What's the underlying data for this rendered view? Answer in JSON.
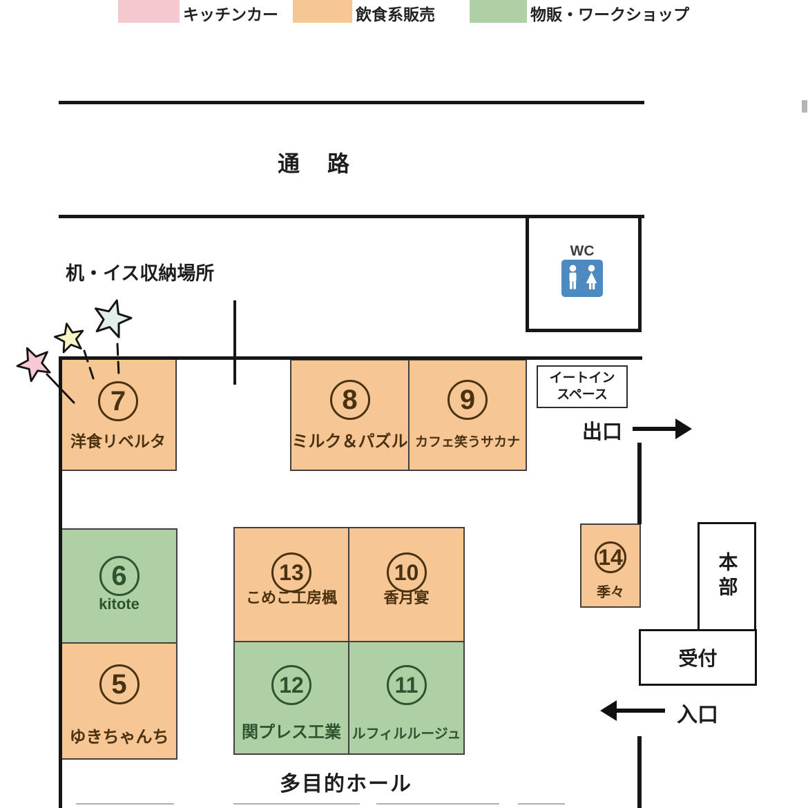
{
  "legend": {
    "items": [
      {
        "label": "キッチンカー",
        "color": "#F4C8CE"
      },
      {
        "label": "飲食系販売",
        "color": "#F6C795"
      },
      {
        "label": "物販・ワークショップ",
        "color": "#AFCFA4"
      }
    ]
  },
  "labels": {
    "corridor": "通　路",
    "storage": "机・イス収納場所",
    "wc": "WC",
    "eat_in_line1": "イートイン",
    "eat_in_line2": "スペース",
    "exit": "出口",
    "entrance": "入口",
    "hq": "本部",
    "reception": "受付",
    "hall": "多目的ホール"
  },
  "booths": [
    {
      "number": "7",
      "name": "洋食リベルタ",
      "category": "飲食系販売"
    },
    {
      "number": "8",
      "name": "ミルク＆パズル",
      "category": "飲食系販売"
    },
    {
      "number": "9",
      "name": "カフェ笑うサカナ",
      "category": "飲食系販売"
    },
    {
      "number": "6",
      "name": "kitote",
      "category": "物販・ワークショップ"
    },
    {
      "number": "5",
      "name": "ゆきちゃんち",
      "category": "飲食系販売"
    },
    {
      "number": "13",
      "name": "こめこ工房楓",
      "category": "飲食系販売"
    },
    {
      "number": "10",
      "name": "香月宴",
      "category": "飲食系販売"
    },
    {
      "number": "12",
      "name": "関プレス工業",
      "category": "物販・ワークショップ"
    },
    {
      "number": "11",
      "name": "ルフィルルージュ",
      "category": "物販・ワークショップ"
    },
    {
      "number": "14",
      "name": "季々",
      "category": "飲食系販売"
    }
  ],
  "stars": [
    {
      "name": "pink-star",
      "color": "#F6C9D3"
    },
    {
      "name": "yellow-star",
      "color": "#FAF3C3"
    },
    {
      "name": "teal-star",
      "color": "#E3EFEA"
    }
  ],
  "colors": {
    "kitchen_car": "#F4C8CE",
    "food_sales": "#F6C795",
    "goods_workshop": "#AFCFA4",
    "wc_icon_bg": "#4D8AC0",
    "wall": "#161616",
    "food_text": "#4A3110",
    "goods_text": "#2C5430"
  }
}
